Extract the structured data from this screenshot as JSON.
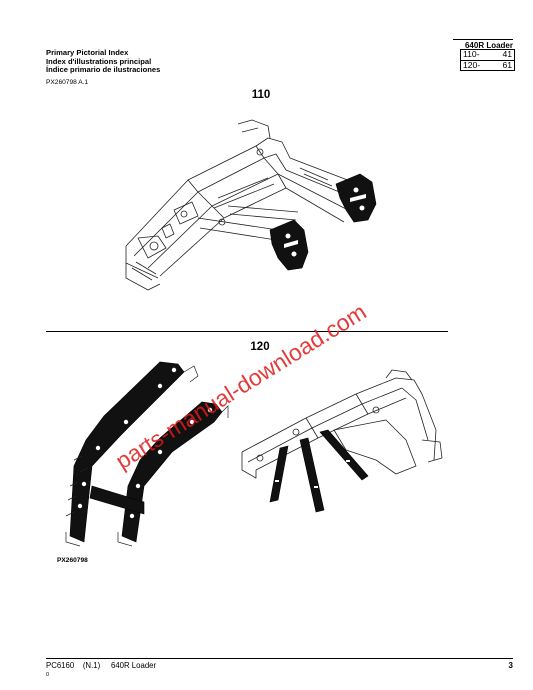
{
  "header": {
    "model": "640R  Loader"
  },
  "title": {
    "line1": "Primary Pictorial Index",
    "line2": "Index d'illustrations principal",
    "line3": "Índice primario de ilustraciones"
  },
  "index": [
    {
      "section": "110-",
      "page": "41"
    },
    {
      "section": "120-",
      "page": "61"
    }
  ],
  "ref_code": "PX260798 A.1",
  "sections": [
    {
      "label": "110"
    },
    {
      "label": "120"
    }
  ],
  "figure_caption": "PX260798",
  "watermark": "parts-manual-download.com",
  "footer": {
    "doc": "PC6160    (N.1)     640R Loader",
    "revision": "0",
    "page": "3"
  }
}
